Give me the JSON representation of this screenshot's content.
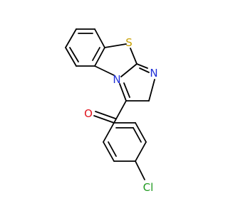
{
  "molecule": {
    "atoms": {
      "sulfur": "S",
      "ring_nitrogen": "N",
      "imine_nitrogen": "N",
      "carbonyl_oxygen": "O",
      "chlorine": "Cl"
    },
    "colors": {
      "sulfur": "#c8a000",
      "nitrogen": "#1f2fd6",
      "oxygen": "#e0141e",
      "chlorine": "#1f9a1f",
      "bond": "#000000",
      "background": "#ffffff"
    }
  }
}
